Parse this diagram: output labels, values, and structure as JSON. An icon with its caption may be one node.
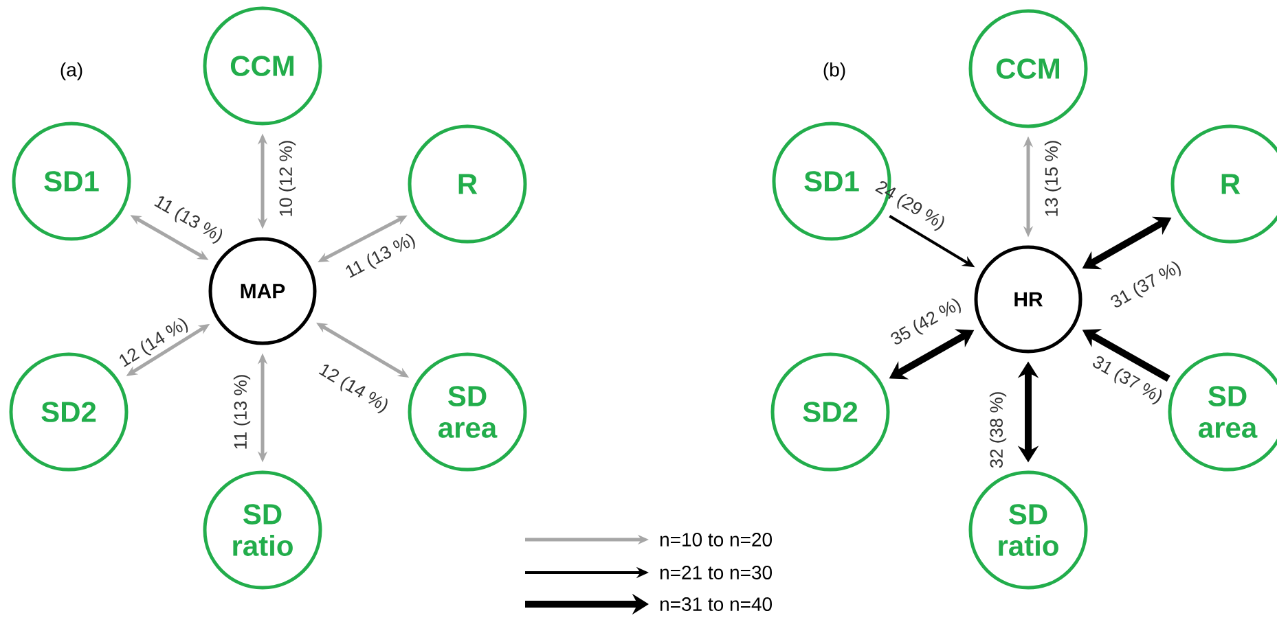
{
  "diagram": {
    "nodes": [
      {
        "text": [
          "CCM"
        ]
      },
      {
        "text": [
          "SD1"
        ]
      },
      {
        "text": [
          "R"
        ]
      },
      {
        "text": [
          "MAP"
        ]
      },
      {
        "text": [
          "SD2"
        ]
      },
      {
        "text": [
          "SD area"
        ]
      },
      {
        "text": [
          "SD ratio"
        ]
      },
      {
        "text": [
          "CCM"
        ]
      },
      {
        "text": [
          "SD1"
        ]
      },
      {
        "text": [
          "R"
        ]
      },
      {
        "text": [
          "HR"
        ]
      },
      {
        "text": [
          "SD2"
        ]
      },
      {
        "text": [
          "SD area"
        ]
      },
      {
        "text": [
          "SD ratio"
        ]
      }
    ],
    "edges": [
      {
        "from": 1,
        "to": 3,
        "arrow": "both",
        "label": "11 (13 %)"
      },
      {
        "from": 0,
        "to": 3,
        "arrow": "both",
        "label": "10 (12 %)"
      },
      {
        "from": 2,
        "to": 3,
        "arrow": "both",
        "label": "11 (13 %)"
      },
      {
        "from": 4,
        "to": 3,
        "arrow": "both",
        "label": "12 (14 %)"
      },
      {
        "from": 5,
        "to": 3,
        "arrow": "both",
        "label": "12 (14 %)"
      },
      {
        "from": 6,
        "to": 3,
        "arrow": "both",
        "label": "11 (13 %)"
      },
      {
        "from": 8,
        "to": 10,
        "arrow": "to",
        "label": "24 (29 %)",
        "color": "#000000"
      },
      {
        "from": 7,
        "to": 10,
        "arrow": "both",
        "label": "13 (15 %)"
      },
      {
        "from": 9,
        "to": 10,
        "arrow": "both",
        "label": "31 (37 %)",
        "style": "thick",
        "color": "#000000"
      },
      {
        "from": 11,
        "to": 10,
        "arrow": "both",
        "label": "35 (42 %)",
        "style": "thick",
        "color": "#000000"
      },
      {
        "from": 12,
        "to": 10,
        "arrow": "to",
        "label": "31 (37 %)",
        "style": "thick",
        "color": "#000000"
      },
      {
        "from": 13,
        "to": 10,
        "arrow": "both",
        "label": "32 (38 %)",
        "style": "thick",
        "color": "#000000"
      }
    ],
    "labels": [
      "(a)",
      "(b)"
    ],
    "legend": [
      {
        "text": "n=10 to n=20"
      },
      {
        "text": "n=21 to n=30"
      },
      {
        "text": "n=31 to n=40"
      }
    ]
  }
}
